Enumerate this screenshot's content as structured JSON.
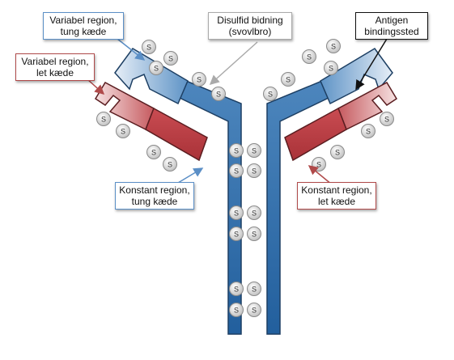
{
  "labels": {
    "variabel_tung": {
      "line1": "Variabel region,",
      "line2": "tung kæde"
    },
    "variabel_let": {
      "line1": "Variabel region,",
      "line2": "let kæde"
    },
    "disulfid": {
      "line1": "Disulfid bidning",
      "line2": "(svovlbro)"
    },
    "antigen": {
      "line1": "Antigen",
      "line2": "bindingssted"
    },
    "konstant_tung": {
      "line1": "Konstant region,",
      "line2": "tung kæde"
    },
    "konstant_let": {
      "line1": "Konstant region,",
      "line2": "let kæde"
    }
  },
  "disulfide_symbol": "S",
  "colors": {
    "heavy_chain": "#2f6ea8",
    "heavy_chain_light": "#dde8f3",
    "light_chain": "#c9474d",
    "light_chain_light": "#f3dcdc",
    "blue_label_border": "#5b8fc6",
    "red_label_border": "#b04a4a"
  }
}
